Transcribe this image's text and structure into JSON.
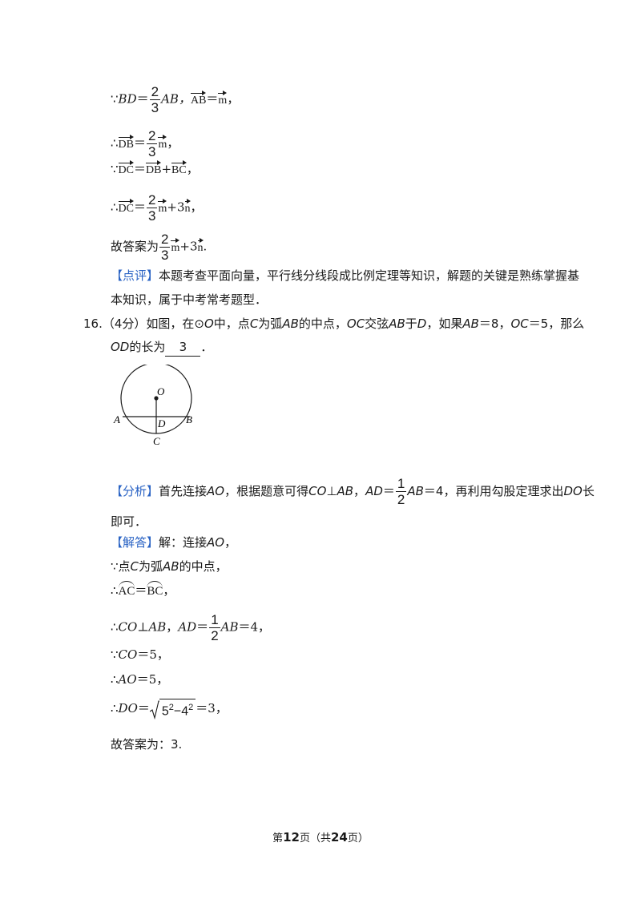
{
  "step1": {
    "because": "∵",
    "bd": "BD",
    "eq": "＝",
    "num": "2",
    "den": "3",
    "ab_text": "AB，",
    "vec_ab": "AB",
    "eq2": "＝",
    "vec_m": "m",
    "end": "，"
  },
  "step2": {
    "therefore": "∴",
    "vec_db": "DB",
    "eq": "＝",
    "num": "2",
    "den": "3",
    "vec_m": "m",
    "end": "，"
  },
  "step3": {
    "because": "∵",
    "vec_dc": "DC",
    "eq": "＝",
    "vec_db": "DB",
    "plus": "+",
    "vec_bc": "BC",
    "end": "，"
  },
  "step4": {
    "therefore": "∴",
    "vec_dc": "DC",
    "eq": "＝",
    "num": "2",
    "den": "3",
    "vec_m": "m",
    "plus3": "+3",
    "vec_n": "n",
    "end": "，"
  },
  "answer15": {
    "label": "故答案为",
    "num": "2",
    "den": "3",
    "vec_m": "m",
    "plus3": "+3",
    "vec_n": "n",
    "end": "."
  },
  "review": {
    "tag": "【点评】",
    "line1": "本题考查平面向量，平行线分线段成比例定理等知识，解题的关键是熟练掌握基",
    "line2": "本知识，属于中考常考题型．"
  },
  "q16": {
    "num": "16.",
    "score": "（4分）",
    "line1_a": "如图，在⊙",
    "o": "O",
    "line1_b": "中，点",
    "c": "C",
    "line1_c": "为弧",
    "ab": "AB",
    "line1_d": "的中点，",
    "oc": "OC",
    "line1_e": "交弦",
    "ab2": "AB",
    "line1_f": "于",
    "d": "D",
    "line1_g": "，如果",
    "ab3": "AB",
    "line1_h": "＝8，",
    "oc2": "OC",
    "line1_i": "＝5，那么",
    "od": "OD",
    "line2_a": "的长为",
    "answer": "3",
    "line2_b": "．"
  },
  "figure": {
    "label_o": "O",
    "label_a": "A",
    "label_b": "B",
    "label_c": "C",
    "label_d": "D"
  },
  "analysis": {
    "tag": "【分析】",
    "t1": "首先连接",
    "ao": "AO",
    "t2": "，根据题意可得",
    "co": "CO",
    "perp": "⊥",
    "ab": "AB",
    "t3": "，",
    "ad": "AD",
    "t4": "＝",
    "num": "1",
    "den": "2",
    "ab2": "AB",
    "t5": "＝4，再利用勾股定理求出",
    "do": "DO",
    "t6": "长",
    "line2": "即可．"
  },
  "solution": {
    "tag": "【解答】",
    "t1": "解：连接",
    "ao": "AO",
    "t1_end": "，",
    "s2_a": "∵点",
    "s2_c": "C",
    "s2_b": "为弧",
    "s2_ab": "AB",
    "s2_end": "的中点，",
    "s3_therefore": "∴",
    "s3_ac": "AC",
    "s3_eq": "＝",
    "s3_bc": "BC",
    "s3_end": "，",
    "s4_therefore": "∴",
    "s4_co": "CO",
    "s4_perp": "⊥",
    "s4_ab": "AB",
    "s4_comma": "，",
    "s4_ad": "AD",
    "s4_eq": "＝",
    "s4_num": "1",
    "s4_den": "2",
    "s4_ab2": "AB",
    "s4_end": "＝4，",
    "s5_because": "∵",
    "s5_co": "CO",
    "s5_end": "＝5，",
    "s6_therefore": "∴",
    "s6_ao": "AO",
    "s6_end": "＝5，",
    "s7_therefore": "∴",
    "s7_do": "DO",
    "s7_eq": "＝",
    "s7_base1": "5",
    "s7_exp1": "2",
    "s7_minus": "−",
    "s7_base2": "4",
    "s7_exp2": "2",
    "s7_end": "＝3，",
    "final": "故答案为：3."
  },
  "footer": {
    "pre": "第",
    "page": "12",
    "mid": "页（共",
    "total": "24",
    "post": "页）"
  }
}
